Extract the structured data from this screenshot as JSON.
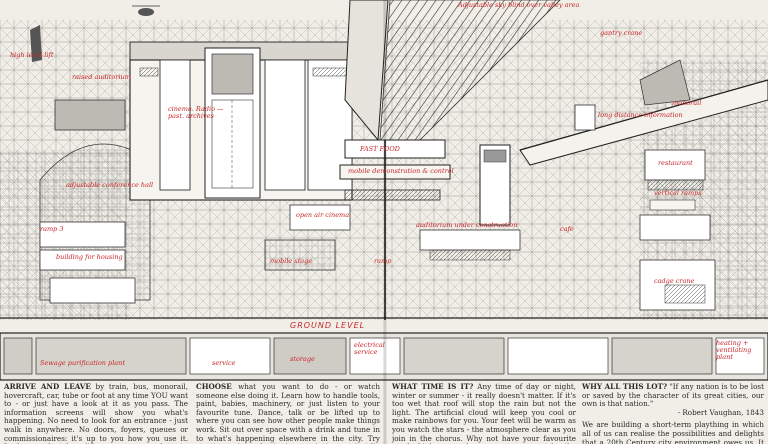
{
  "annotations": {
    "high_level_lift": "high level lift",
    "adjustable_roof": "Adjustable sky blind over valley area",
    "gantry_crane": "gantry crane",
    "long_distance": "long distance information",
    "monorail": "monorail",
    "cinema_radio": "cinema. Radio — past. archives",
    "raised_auditorium": "raised auditorium",
    "fast_food": "FAST FOOD",
    "pure_mobile_demonstration": "mobile demonstration & control",
    "restaurant": "restaurant",
    "adjustable_conference_hall": "adjustable conference hall",
    "open_air_cinema": "open air cinema",
    "auditorium_construction": "auditorium under construction",
    "ramp_3": "ramp 3",
    "cafe": "cafe",
    "vertical_ramps": "vertical ramps",
    "building_for_housing": "building for housing",
    "mobile_stage": "mobile stage",
    "ramp": "ramp",
    "cadge_crane": "cadge crane",
    "ground_level": "GROUND LEVEL",
    "sewage_purification_plant": "Sewage purification plant",
    "service": "service",
    "storage": "storage",
    "electrical_service": "electrical service",
    "heating_ventilating_plant": "heating + ventilating plant"
  },
  "text_columns": [
    {
      "lead": "ARRIVE AND LEAVE",
      "body": " by train, bus, monorail, hovercraft, car, tube or foot at any time YOU want to - or just have a look at it as you pass. The information screens will show you what's happening. No need to look for an entrance - just walk in anywhere. No doors, foyers, queues or commissionaires: it's up to you how you use it. Look around - take a lift, a ramp, an escalator to wherever or whatever looks interesting."
    },
    {
      "lead": "CHOOSE",
      "body": " what you want to do - or watch someone else doing it. Learn how to handle tools, paint, babies, machinery, or just listen to your favourite tune. Dance, talk or be lifted up to where you can see how other people make things work. Sit out over space with a drink and tune in to what's happening elsewhere in the city. Try starting a riot or beginning a painting - or just lie back and stare at the sky."
    },
    {
      "lead": "WHAT TIME IS IT?",
      "body": " Any time of day or night, winter or summer - it really doesn't matter. If it's too wet that roof will stop the rain but not the light. The artificial cloud will keep you cool or make rainbows for you. Your feet will be warm as you watch the stars - the atmosphere clear as you join in the chorus. Why not have your favourite meal high up where you can watch the thunderstorm?"
    },
    {
      "lead": "WHY ALL THIS LOT?",
      "body": " \"If any nation is to be lost or saved by the character of its great cities, our own is that nation.\"",
      "quote": "- Robert Vaughan, 1843",
      "body2": "We are building a short-term plaything in which all of us can realise the possibilities and delights that a 20th Century city environment owes us. It must last no longer than we need it."
    }
  ]
}
